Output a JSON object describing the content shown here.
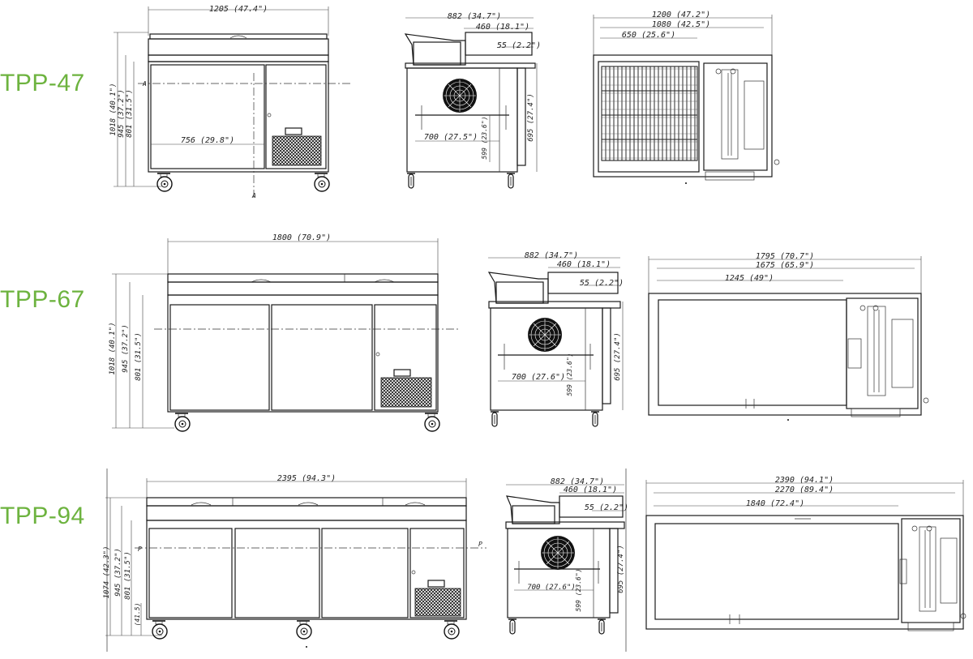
{
  "models": [
    {
      "name": "TPP-47",
      "front": {
        "width": "1205 (47.4\")",
        "h_total": "1018 (40.1\")",
        "h_top": "945 (37.2\")",
        "h_counter": "801 (31.5\")",
        "door_width": "756 (29.8\")",
        "marker_left": "A",
        "marker_right": "A"
      },
      "side": {
        "depth": "882 (34.7\")",
        "rail": "460 (18.1\")",
        "lid": "55 (2.2\")",
        "inner_depth": "700 (27.5\")",
        "inner_height": "599 (23.6\")",
        "body_height": "695 (27.4\")"
      },
      "top": {
        "outer": "1200 (47.2\")",
        "inner": "1080 (42.5\")",
        "opening": "650 (25.6\")"
      }
    },
    {
      "name": "TPP-67",
      "front": {
        "width": "1800 (70.9\")",
        "h_total": "1018 (40.1\")",
        "h_top": "945 (37.2\")",
        "h_counter": "801 (31.5\")"
      },
      "side": {
        "depth": "882 (34.7\")",
        "rail": "460 (18.1\")",
        "lid": "55 (2.2\")",
        "inner_depth": "700 (27.6\")",
        "inner_height": "599 (23.6\")",
        "body_height": "695 (27.4\")"
      },
      "top": {
        "outer": "1795 (70.7\")",
        "inner": "1675 (65.9\")",
        "opening": "1245 (49\")"
      }
    },
    {
      "name": "TPP-94",
      "front": {
        "width": "2395 (94.3\")",
        "h_total": "1074 (42.3\")",
        "h_top": "945 (37.2\")",
        "h_counter": "801 (31.5\")",
        "h_small": "(41.5)",
        "marker_left": "P",
        "marker_right": "P"
      },
      "side": {
        "depth": "882 (34.7\")",
        "rail": "460 (18.1\")",
        "lid": "55 (2.2\")",
        "inner_depth": "700 (27.6\")",
        "inner_height": "599 (23.6\")",
        "body_height": "695 (27.4\")"
      },
      "top": {
        "outer": "2390 (94.1\")",
        "inner": "2270 (89.4\")",
        "opening": "1840 (72.4\")"
      }
    }
  ]
}
